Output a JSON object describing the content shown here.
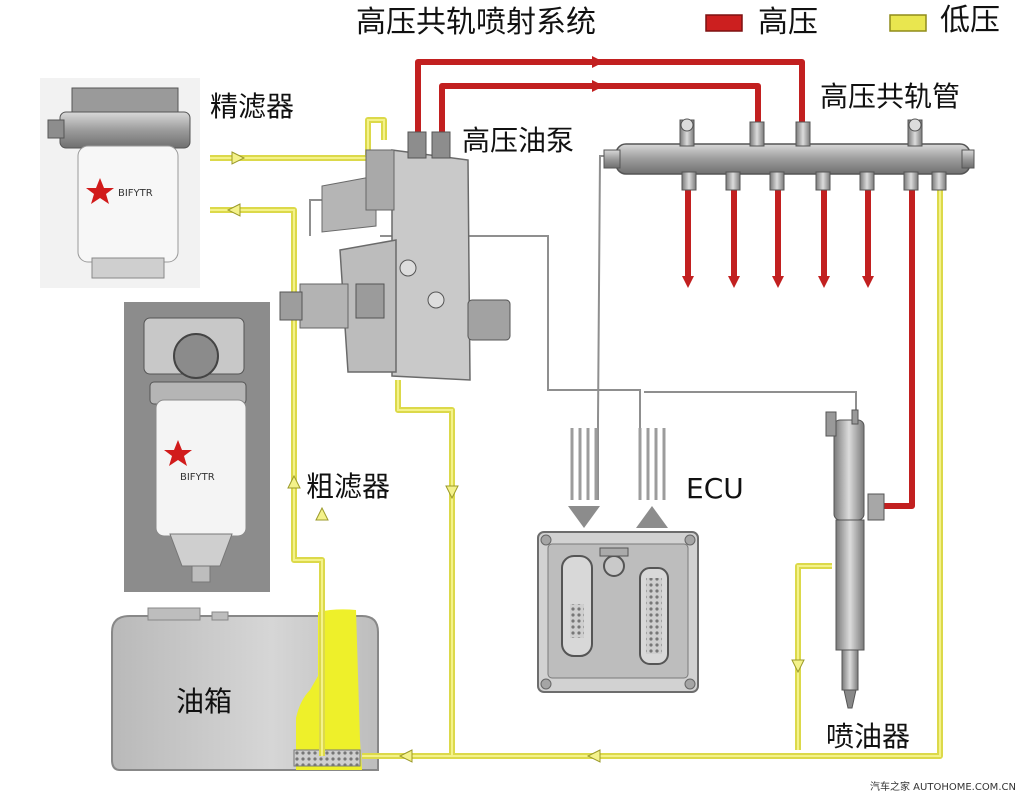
{
  "title": "高压共轨喷射系统",
  "legend": {
    "high": {
      "label": "高压",
      "color": "#cc1f1f"
    },
    "low": {
      "label": "低压",
      "color": "#e6e34a"
    }
  },
  "labels": {
    "fine_filter": "精滤器",
    "coarse_filter": "粗滤器",
    "pump": "高压油泵",
    "rail": "高压共轨管",
    "ecu": "ECU",
    "tank": "油箱",
    "injector": "喷油器"
  },
  "filter_brand": "BIFYTR",
  "watermark": "汽车之家 AUTOHOME.COM.CN",
  "colors": {
    "high_pressure_line": "#cc1f1f",
    "low_pressure_line": "#e6e34a",
    "signal_line": "#9a9a9a",
    "fuel": "#eef02a"
  }
}
